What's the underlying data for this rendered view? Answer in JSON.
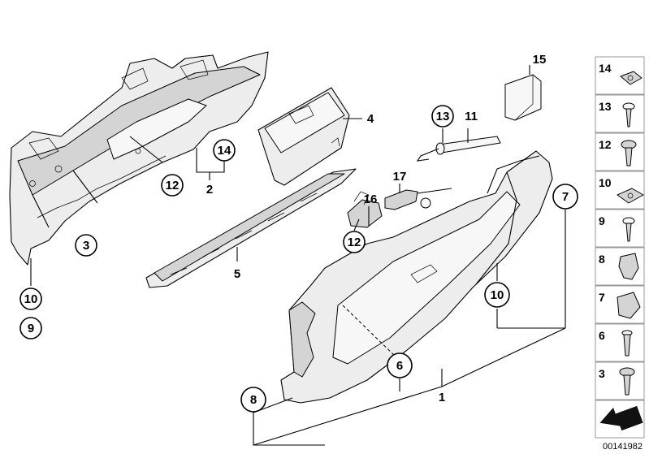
{
  "callouts": {
    "c1": "1",
    "c2": "2",
    "c3": "3",
    "c4": "4",
    "c5": "5",
    "c6": "6",
    "c7": "7",
    "c8": "8",
    "c9": "9",
    "c10a": "10",
    "c10b": "10",
    "c11": "11",
    "c12a": "12",
    "c12b": "12",
    "c13": "13",
    "c14": "14",
    "c15": "15",
    "c16": "16",
    "c17": "17"
  },
  "side_panel": {
    "items": [
      {
        "label": "14",
        "icon": "clip-nut-icon"
      },
      {
        "label": "13",
        "icon": "screw-icon"
      },
      {
        "label": "12",
        "icon": "flange-screw-icon"
      },
      {
        "label": "10",
        "icon": "square-nut-icon"
      },
      {
        "label": "9",
        "icon": "screw-icon"
      },
      {
        "label": "8",
        "icon": "clip-icon"
      },
      {
        "label": "7",
        "icon": "clip-icon"
      },
      {
        "label": "6",
        "icon": "pin-icon"
      },
      {
        "label": "3",
        "icon": "flange-screw-icon"
      }
    ],
    "arrow_icon": "direction-arrow-icon"
  },
  "diagram_code": "00141982"
}
